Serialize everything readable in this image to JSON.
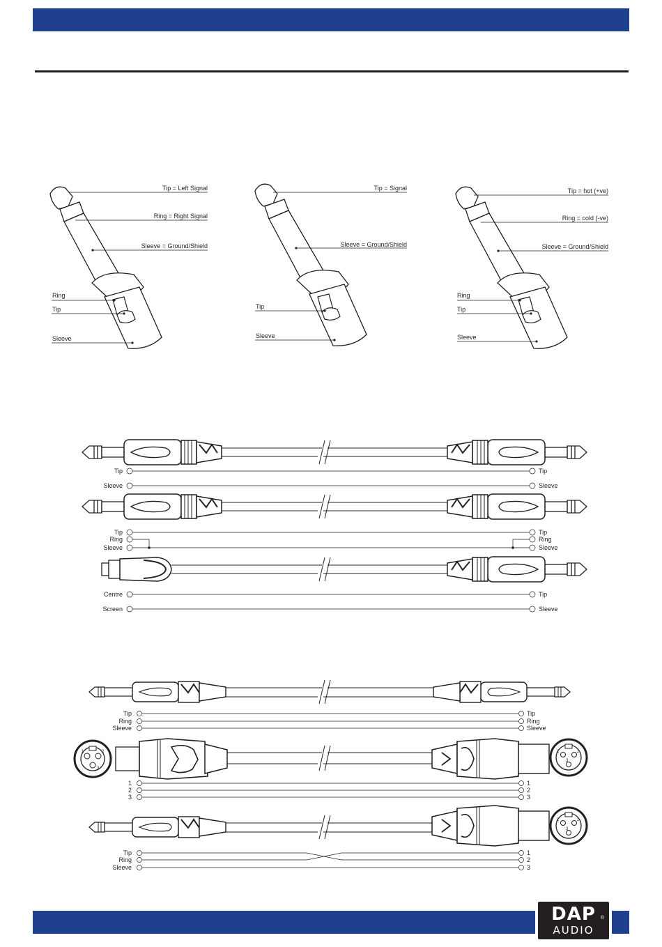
{
  "plugs": {
    "stereo": {
      "tip": "Tip = Left Signal",
      "ring": "Ring = Right Signal",
      "sleeve": "Sleeve = Ground/Shield",
      "ring_short": "Ring",
      "tip_short": "Tip",
      "sleeve_short": "Sleeve"
    },
    "mono": {
      "tip": "Tip = Signal",
      "sleeve": "Sleeve = Ground/Shield",
      "tip_short": "Tip",
      "sleeve_short": "Sleeve"
    },
    "balanced": {
      "tip": "Tip = hot (+ve)",
      "ring": "Ring = cold (-ve)",
      "sleeve": "Sleeve = Ground/Shield",
      "ring_short": "Ring",
      "tip_short": "Tip",
      "sleeve_short": "Sleeve"
    }
  },
  "cables1": {
    "a": {
      "l1": "Tip",
      "l2": "Sleeve",
      "r1": "Tip",
      "r2": "Sleeve"
    },
    "b": {
      "l1": "Tip",
      "l2": "Ring",
      "l3": "Sleeve",
      "r1": "Tip",
      "r2": "Ring",
      "r3": "Sleeve"
    },
    "c": {
      "l1": "Centre",
      "l2": "Screen",
      "r1": "Tip",
      "r2": "Sleeve"
    }
  },
  "cables2": {
    "a": {
      "l1": "Tip",
      "l2": "Ring",
      "l3": "Sleeve",
      "r1": "Tip",
      "r2": "Ring",
      "r3": "Sleeve"
    },
    "b": {
      "l1": "1",
      "l2": "2",
      "l3": "3",
      "r1": "1",
      "r2": "2",
      "r3": "3"
    },
    "c": {
      "l1": "Tip",
      "l2": "Ring",
      "l3": "Sleeve",
      "r1": "1",
      "r2": "2",
      "r3": "3"
    }
  },
  "xlr_pins": {
    "p1": "1",
    "p2": "2",
    "p3": "3"
  },
  "logo": {
    "top": "DAP",
    "bottom": "AUDIO",
    "reg": "®"
  },
  "colors": {
    "bar": "#1f3f8f",
    "ink": "#231f20"
  }
}
